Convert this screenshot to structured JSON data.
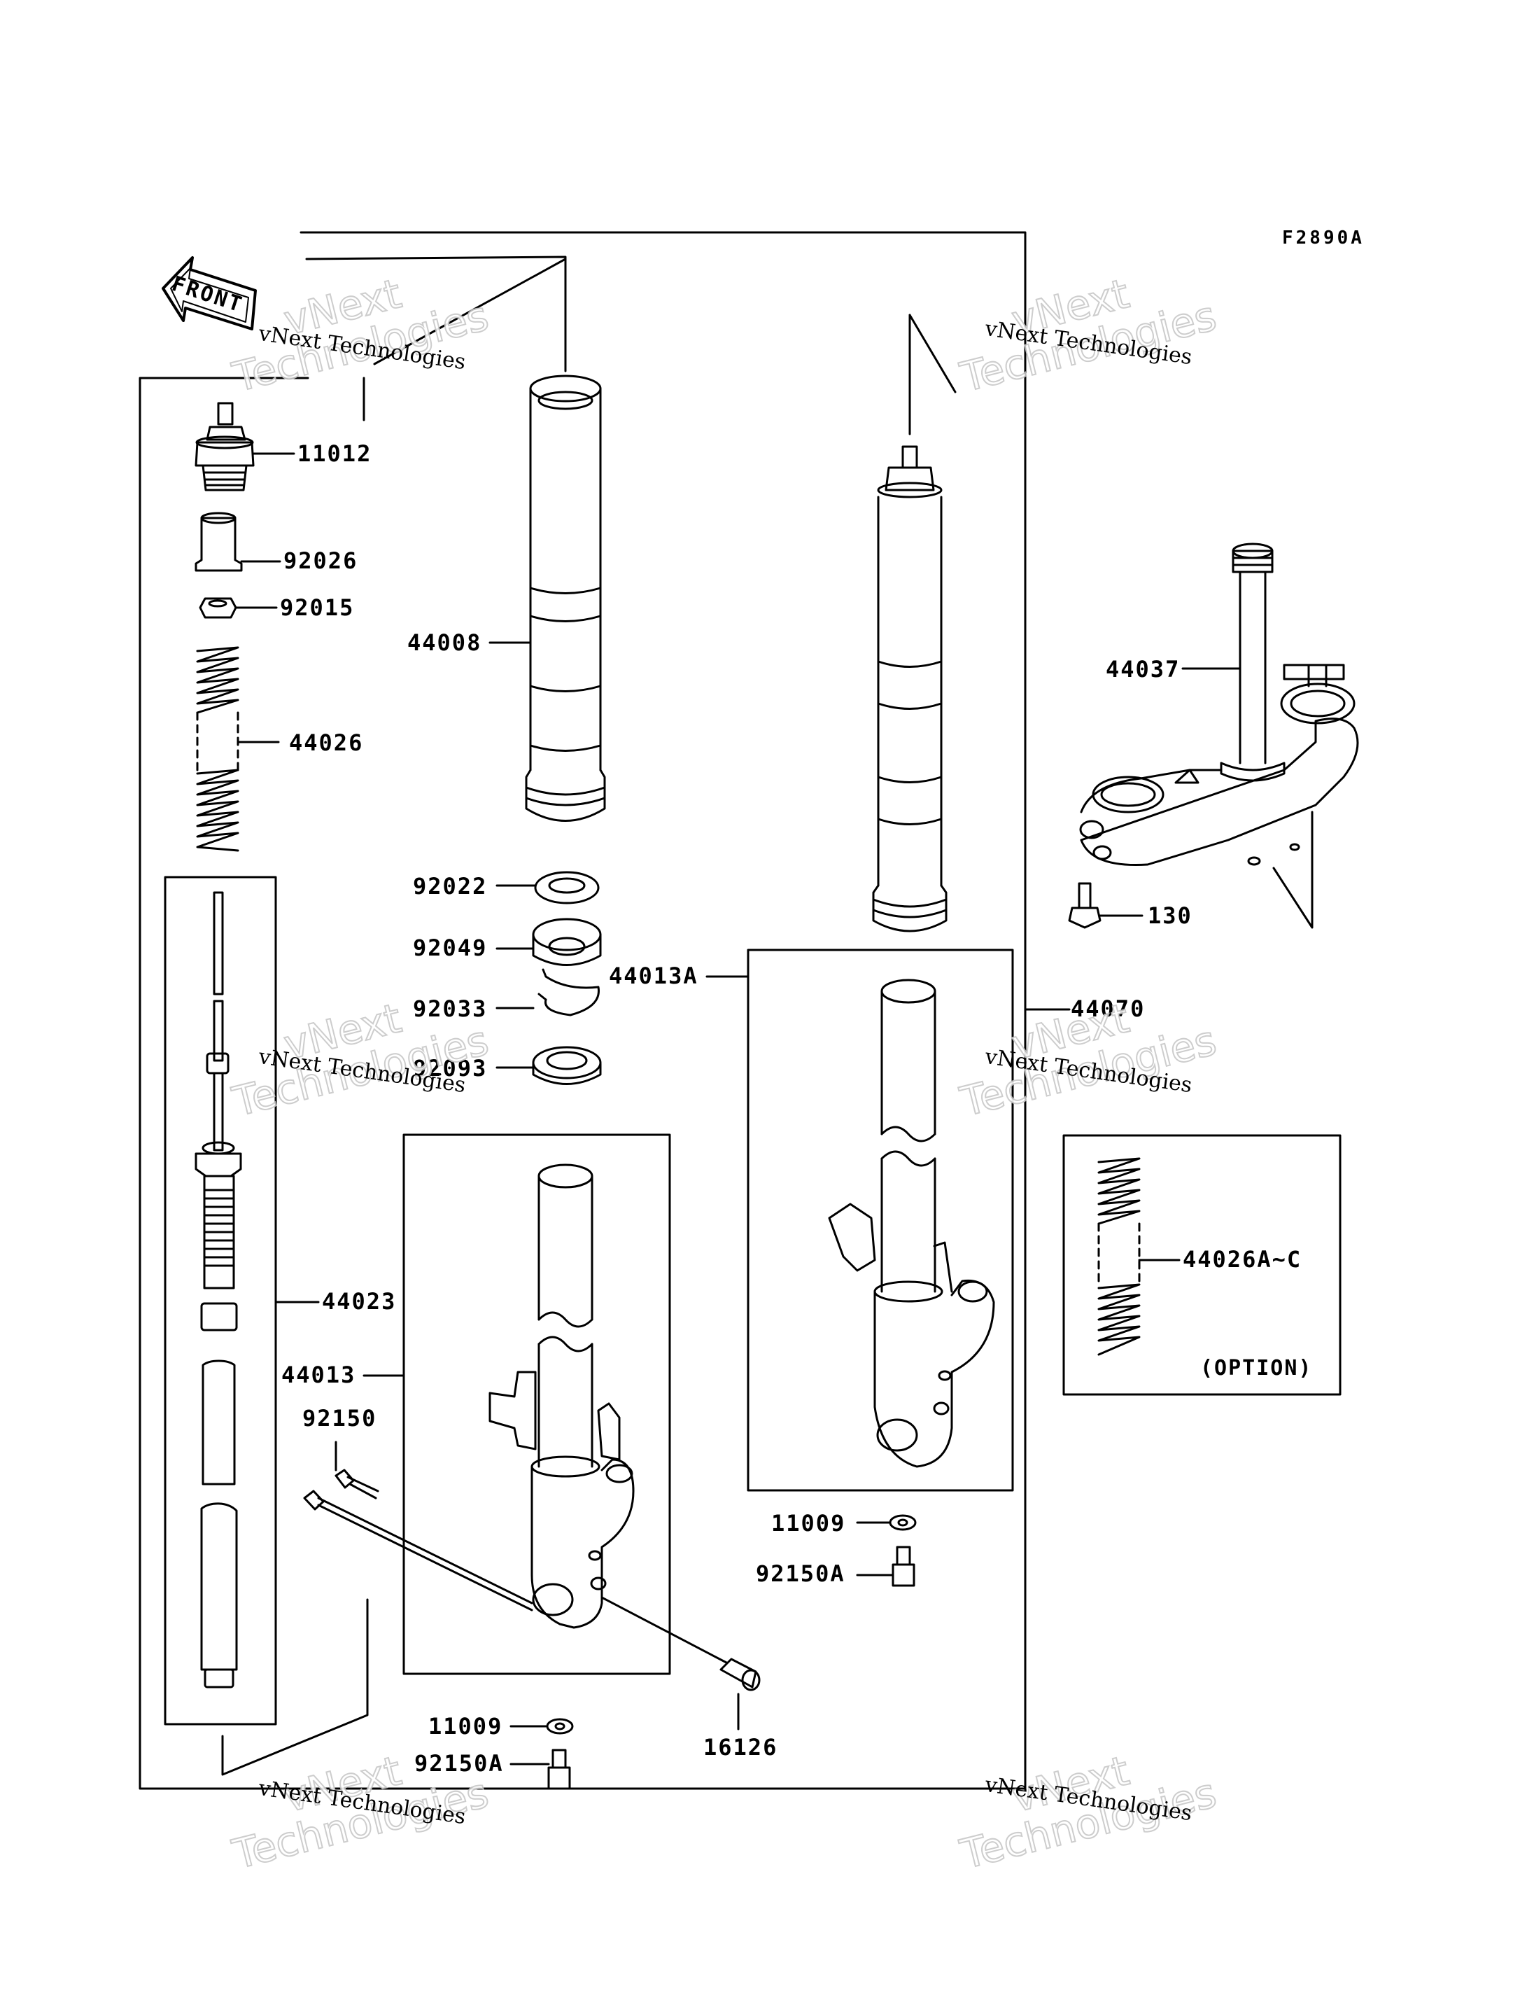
{
  "diagram_code": "F2890A",
  "front_arrow_label": "FRONT",
  "parts": {
    "p11012": "11012",
    "p92026": "92026",
    "p92015": "92015",
    "p44026": "44026",
    "p44008": "44008",
    "p92022": "92022",
    "p92049": "92049",
    "p92033": "92033",
    "p92093": "92093",
    "p44023": "44023",
    "p44013": "44013",
    "p92150": "92150",
    "p11009_left": "11009",
    "p92150A_left": "92150A",
    "p16126": "16126",
    "p44013A": "44013A",
    "p11009_right": "11009",
    "p92150A_right": "92150A",
    "p44070": "44070",
    "p44037": "44037",
    "p130": "130",
    "p44026AC": "44026A~C"
  },
  "option_note": "(OPTION)",
  "watermark": {
    "line": "vNext Technologies",
    "outline_1": "vNext",
    "outline_2": "Technologies"
  }
}
